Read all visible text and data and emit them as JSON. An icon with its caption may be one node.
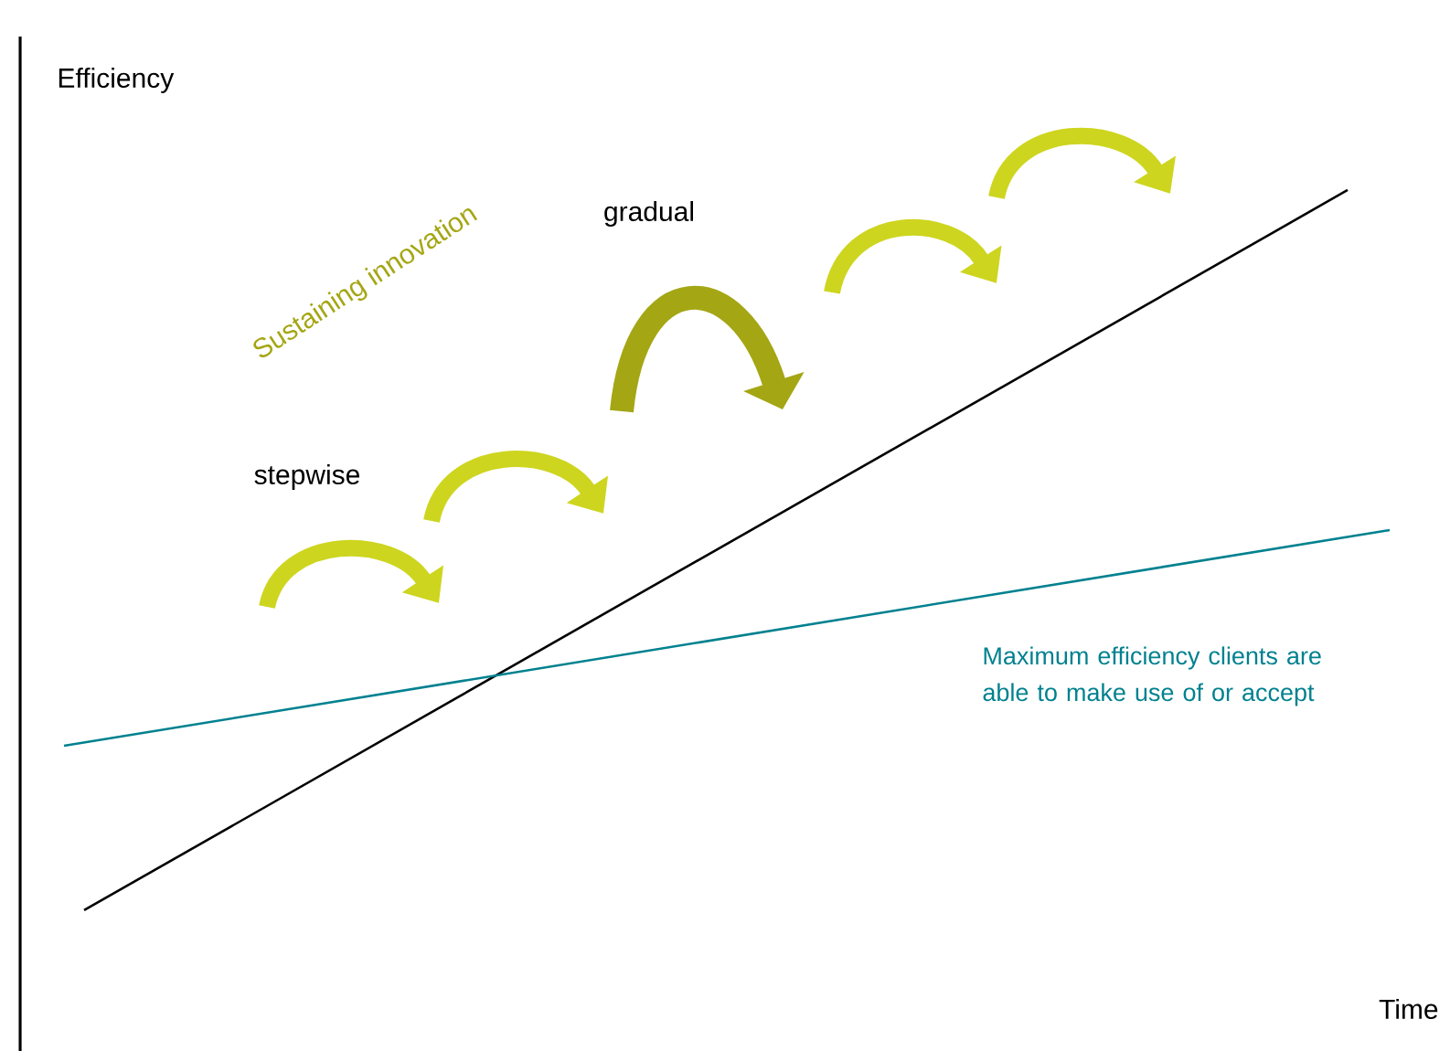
{
  "diagram": {
    "labels": [
      "Efficiency",
      "Sustaining innovation",
      "gradual",
      "stepwise",
      "Maximum efficiency clients are able to make use of or accept",
      "Time"
    ]
  }
}
